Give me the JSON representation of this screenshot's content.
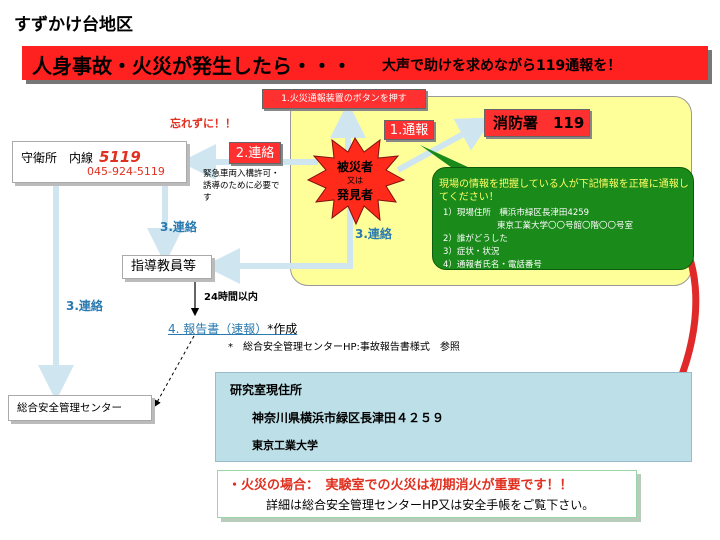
{
  "title": "すずかけ台地区",
  "banner": {
    "main": "人身事故・火災が発生したら・・・",
    "sub": "大声で助けを求めながら119通報を！"
  },
  "alarm_button": "1.火災通報装置のボタンを押す",
  "report_call": "1.通報",
  "fire_dept": "消防署　119",
  "contact2": "2.連絡",
  "dont_forget": "忘れずに！！",
  "guard": {
    "name": "守衛所　内線",
    "ext": "5119",
    "phone": "045-924-5119"
  },
  "ambulance_note": "緊急車両入構許可・誘導のために必要です",
  "victim": {
    "line1": "被災者",
    "line2": "又は",
    "line3": "発見者"
  },
  "contact3_left": "3.連絡",
  "contact3_center": "3.連絡",
  "contact3_far": "3.連絡",
  "info_box": {
    "header": "現場の情報を把握している人が下記情報を正確に通報してください！",
    "items": [
      "1）現場住所　横浜市緑区長津田4259",
      "東京工業大学〇〇号館〇階〇〇号室",
      "2）誰がどうした",
      "3）症状・状況",
      "4）通報者氏名・電話番号"
    ]
  },
  "instructor": "指導教員等",
  "within24": "24時間以内",
  "report_doc": "4. 報告書（速報）",
  "report_doc_star": "*作成",
  "ref_note": "*　総合安全管理センターHP:事故報告書様式　参照",
  "safety_center": "総合安全管理センター",
  "location": {
    "heading": "研究室現住所",
    "address": "神奈川県横浜市緑区長津田４２５９",
    "university": "東京工業大学"
  },
  "fire_note": {
    "line1": "・火災の場合：　実験室での火災は初期消火が重要です！！",
    "line2": "詳細は総合安全管理センターHP又は安全手帳をご覧下さい。"
  },
  "colors": {
    "banner": "#ff2020",
    "yellow_box": "#ffff99",
    "green_box": "#1a8a1a",
    "arrow_blue": "#cfe6f0",
    "accent_red": "#e03020"
  }
}
